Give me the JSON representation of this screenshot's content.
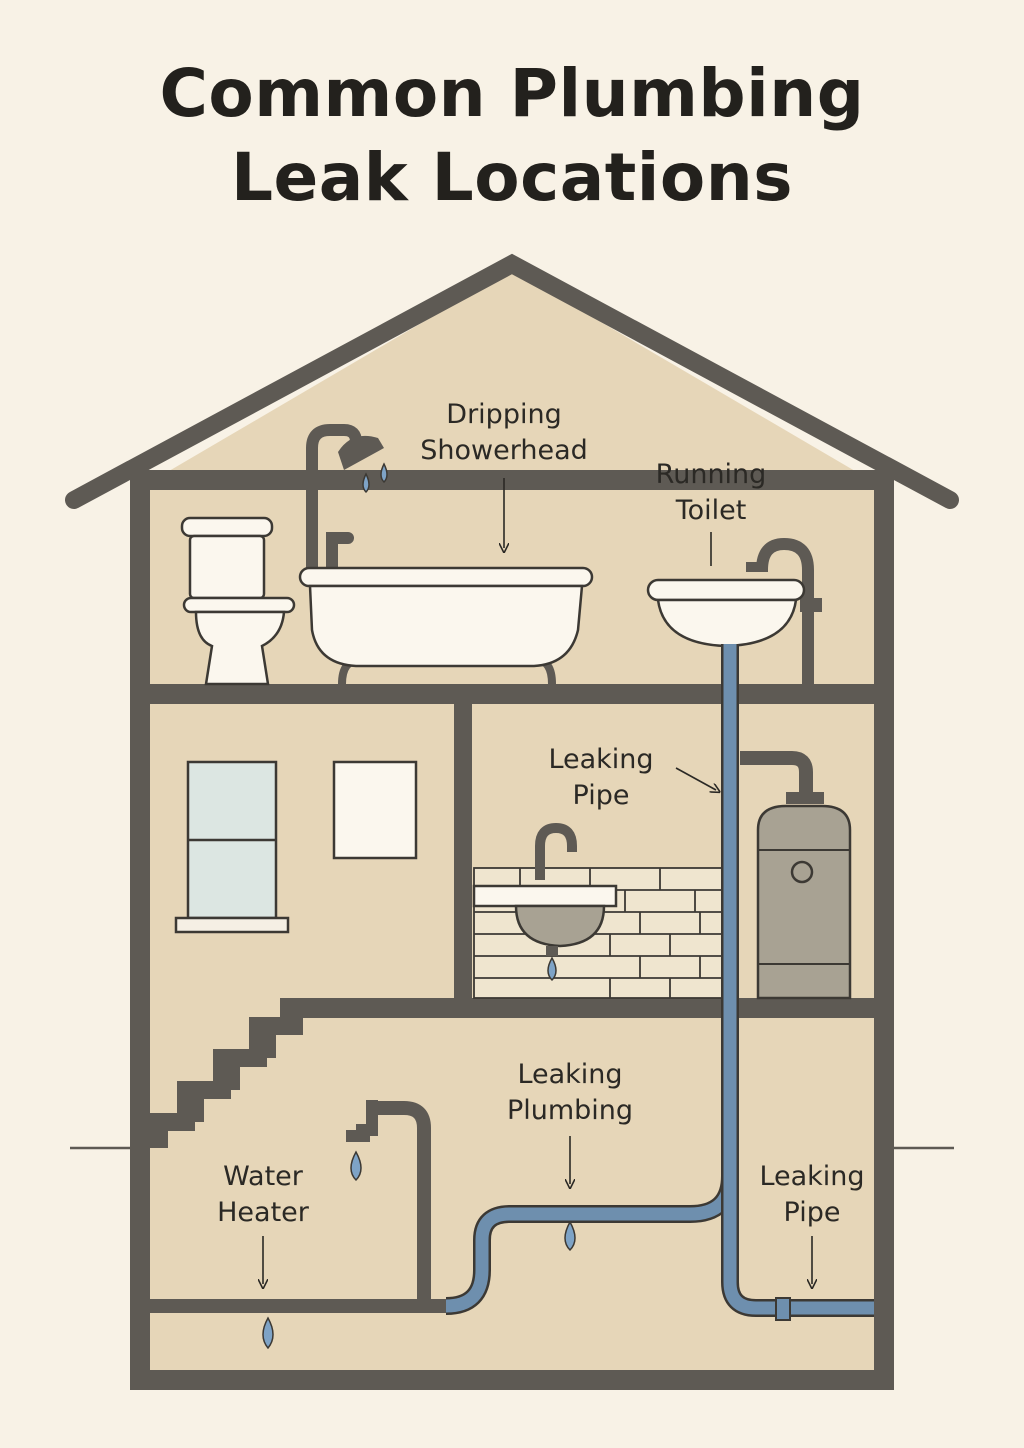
{
  "title": {
    "line1": "Common Plumbing",
    "line2": "Leak Locations"
  },
  "labels": {
    "dripping_showerhead": [
      "Dripping",
      "Showerhead"
    ],
    "running_toilet": [
      "Running",
      "Toilet"
    ],
    "leaking_pipe_middle": [
      "Leaking",
      "Pipe"
    ],
    "leaking_plumbing": [
      "Leaking",
      "Plumbing"
    ],
    "water_heater": [
      "Water",
      "Heater"
    ],
    "leaking_pipe_basement": [
      "Leaking",
      "Pipe"
    ]
  },
  "colors": {
    "background": "#f8f2e6",
    "wall_fill": "#e6d6b8",
    "outline": "#5e5a54",
    "blue_pipe": "#6e8fae",
    "water_drop": "#7ea3c6",
    "fixture": "#fbf7ee",
    "window": "#dce6e2"
  }
}
